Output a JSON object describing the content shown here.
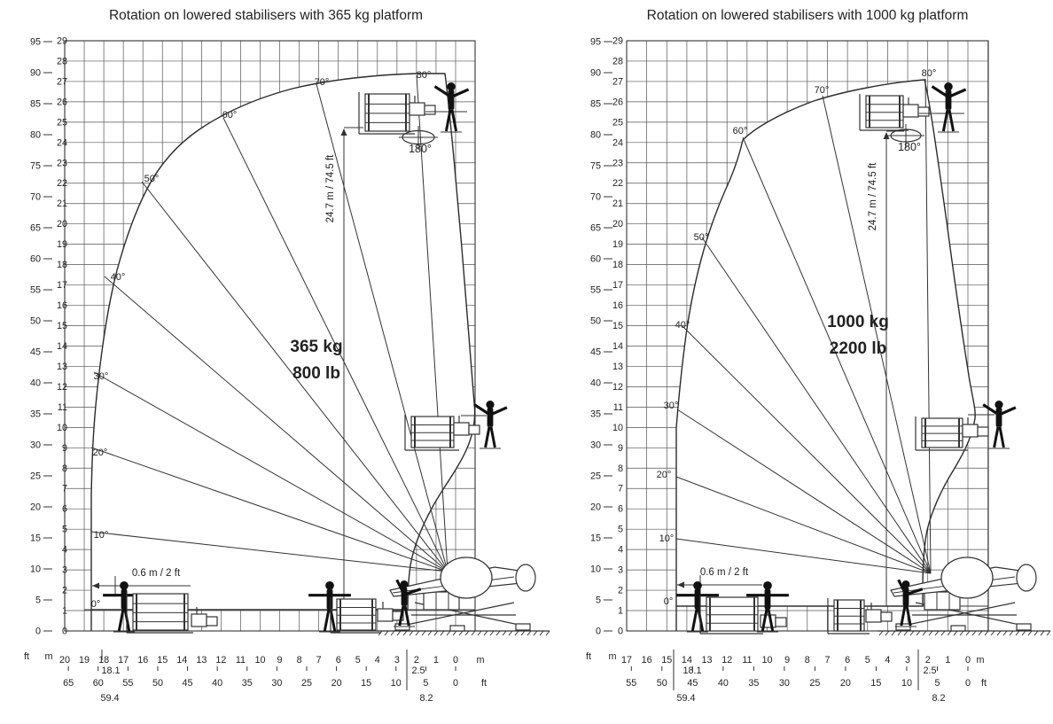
{
  "page": {
    "background": "#ffffff"
  },
  "charts": [
    {
      "id": "365kg",
      "title": "Rotation on lowered stabilisers with 365 kg platform",
      "load_label_line1": "365 kg",
      "load_label_line2": "800 lb",
      "height_dimension_label": "24.7 m / 74.5 ft",
      "offset_dimension_label": "0.6 m / 2 ft",
      "rotation_label": "180°",
      "angle_labels": [
        "0°",
        "10°",
        "20°",
        "30°",
        "40°",
        "50°",
        "60°",
        "70°",
        "80°"
      ],
      "y_axis": {
        "ft_ticks": [
          95,
          90,
          85,
          80,
          75,
          70,
          65,
          60,
          55,
          50,
          45,
          40,
          35,
          30,
          25,
          20,
          15,
          10,
          5,
          0
        ],
        "m_ticks": [
          29,
          28,
          27,
          26,
          25,
          24,
          23,
          22,
          21,
          20,
          19,
          18,
          17,
          16,
          15,
          14,
          13,
          12,
          11,
          10,
          9,
          8,
          7,
          6,
          5,
          4,
          3,
          2,
          1,
          0
        ],
        "ft_unit": "ft",
        "m_unit": "m"
      },
      "x_axis": {
        "m_ticks": [
          20,
          19,
          18,
          17,
          16,
          15,
          14,
          13,
          12,
          11,
          10,
          9,
          8,
          7,
          6,
          5,
          4,
          3,
          2,
          1,
          0
        ],
        "ft_ticks": [
          65,
          60,
          55,
          50,
          45,
          40,
          35,
          30,
          25,
          20,
          15,
          10,
          5,
          0
        ],
        "m_unit": "m",
        "ft_unit": "ft",
        "outreach_mark_m": "18.1",
        "outreach_mark_ft": "59.4",
        "tail_mark_m": "2.5",
        "tail_mark_ft": "8.2"
      }
    },
    {
      "id": "1000kg",
      "title": "Rotation on lowered stabilisers with 1000 kg platform",
      "load_label_line1": "1000 kg",
      "load_label_line2": "2200 lb",
      "height_dimension_label": "24.7 m / 74.5 ft",
      "offset_dimension_label": "0.6 m / 2 ft",
      "rotation_label": "180°",
      "angle_labels": [
        "0°",
        "10°",
        "20°",
        "30°",
        "40°",
        "50°",
        "60°",
        "70°",
        "80°"
      ],
      "y_axis": {
        "ft_ticks": [
          95,
          90,
          85,
          80,
          75,
          70,
          65,
          60,
          55,
          50,
          45,
          40,
          35,
          30,
          25,
          20,
          15,
          10,
          5,
          0
        ],
        "m_ticks": [
          29,
          28,
          27,
          26,
          25,
          24,
          23,
          22,
          21,
          20,
          19,
          18,
          17,
          16,
          15,
          14,
          13,
          12,
          11,
          10,
          9,
          8,
          7,
          6,
          5,
          4,
          3,
          2,
          1,
          0
        ],
        "ft_unit": "ft",
        "m_unit": "m"
      },
      "x_axis": {
        "m_ticks": [
          17,
          16,
          15,
          14,
          13,
          12,
          11,
          10,
          9,
          8,
          7,
          6,
          5,
          4,
          3,
          2,
          1,
          0
        ],
        "ft_ticks": [
          55,
          50,
          45,
          40,
          35,
          30,
          25,
          20,
          15,
          10,
          5,
          0
        ],
        "m_unit": "m",
        "ft_unit": "ft",
        "outreach_mark_m": "18.1",
        "outreach_mark_ft": "59.4",
        "tail_mark_m": "2.5",
        "tail_mark_ft": "8.2"
      }
    }
  ],
  "chart_data": [
    {
      "type": "area",
      "title": "Rotation on lowered stabilisers with 365 kg platform",
      "platform_capacity": {
        "kg": 365,
        "lb": 800
      },
      "max_platform_height": {
        "m": 24.7,
        "ft": 74.5
      },
      "max_outreach": {
        "m": 18.1,
        "ft": 59.4
      },
      "tail_reference": {
        "m": 2.5,
        "ft": 8.2
      },
      "platform_offset": {
        "m": 0.6,
        "ft": 2
      },
      "boom_angle_rays_deg": [
        0,
        10,
        20,
        30,
        40,
        50,
        60,
        70,
        80
      ],
      "rotation_deg": 180,
      "xlabel_units": [
        "m",
        "ft"
      ],
      "ylabel_units": [
        "ft",
        "m"
      ],
      "x_range_m": [
        20,
        0
      ],
      "y_range_m": [
        0,
        29
      ],
      "x_range_ft": [
        65,
        0
      ],
      "y_range_ft": [
        0,
        95
      ],
      "grid": true,
      "envelope_outline_m_approx": [
        [
          18.6,
          1.1
        ],
        [
          18.6,
          6.6
        ],
        [
          18.2,
          10.0
        ],
        [
          17.3,
          13.5
        ],
        [
          15.9,
          17.0
        ],
        [
          14.2,
          19.8
        ],
        [
          12.2,
          22.0
        ],
        [
          9.4,
          24.3
        ],
        [
          6.3,
          26.0
        ],
        [
          3.4,
          27.2
        ],
        [
          1.5,
          27.4
        ],
        [
          0.5,
          25.3
        ],
        [
          0.0,
          21.5
        ],
        [
          -0.5,
          15.5
        ],
        [
          -1.0,
          11.2
        ],
        [
          -0.6,
          9.5
        ],
        [
          0.5,
          7.5
        ],
        [
          1.7,
          5.0
        ],
        [
          2.4,
          2.6
        ],
        [
          2.4,
          1.1
        ]
      ]
    },
    {
      "type": "area",
      "title": "Rotation on lowered stabilisers with 1000 kg platform",
      "platform_capacity": {
        "kg": 1000,
        "lb": 2200
      },
      "max_platform_height": {
        "m": 24.7,
        "ft": 74.5
      },
      "max_outreach": {
        "m": 18.1,
        "ft": 59.4
      },
      "tail_reference": {
        "m": 2.5,
        "ft": 8.2
      },
      "platform_offset": {
        "m": 0.6,
        "ft": 2
      },
      "boom_angle_rays_deg": [
        0,
        10,
        20,
        30,
        40,
        50,
        60,
        70,
        80
      ],
      "rotation_deg": 180,
      "xlabel_units": [
        "m",
        "ft"
      ],
      "ylabel_units": [
        "ft",
        "m"
      ],
      "x_range_m": [
        17,
        0
      ],
      "y_range_m": [
        0,
        29
      ],
      "x_range_ft": [
        55,
        0
      ],
      "y_range_ft": [
        0,
        95
      ],
      "grid": true,
      "envelope_outline_m_approx": [
        [
          14.5,
          1.2
        ],
        [
          14.5,
          10.0
        ],
        [
          14.1,
          13.0
        ],
        [
          13.3,
          16.5
        ],
        [
          12.5,
          19.5
        ],
        [
          11.6,
          22.5
        ],
        [
          11.2,
          24.4
        ],
        [
          8.5,
          25.8
        ],
        [
          5.5,
          26.8
        ],
        [
          2.1,
          27.1
        ],
        [
          1.4,
          25.5
        ],
        [
          0.7,
          21.0
        ],
        [
          0.0,
          16.0
        ],
        [
          -0.5,
          12.3
        ],
        [
          -0.4,
          10.5
        ],
        [
          0.7,
          8.0
        ],
        [
          1.6,
          5.5
        ],
        [
          2.2,
          3.0
        ],
        [
          2.2,
          1.2
        ]
      ]
    }
  ]
}
